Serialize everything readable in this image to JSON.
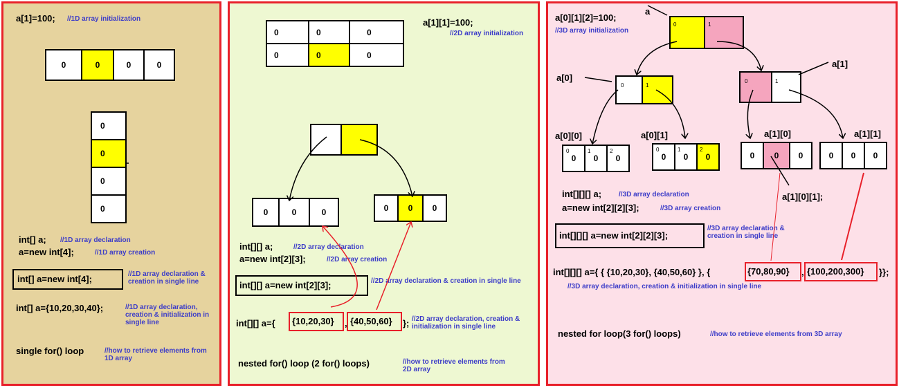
{
  "panel1": {
    "assign": "a[1]=100;",
    "assign_comment": "//1D array initialization",
    "row_values": [
      "0",
      "0",
      "0",
      "0"
    ],
    "col_values": [
      "0",
      "0",
      "0",
      "0"
    ],
    "decl": "int[] a;",
    "decl_comment": "//1D array declaration",
    "create": "a=new int[4];",
    "create_comment": "//1D array creation",
    "single": "int[] a=new int[4];",
    "single_comment": "//1D array declaration & creation in single line",
    "init": "int[] a={10,20,30,40};",
    "init_comment": "//1D array declaration, creation & initialization in single line",
    "loop": "single for() loop",
    "loop_comment": "//how to retrieve elements from 1D array"
  },
  "panel2": {
    "assign": "a[1][1]=100;",
    "assign_comment": "//2D array initialization",
    "grid": [
      [
        "0",
        "0",
        "0"
      ],
      [
        "0",
        "0",
        "0"
      ]
    ],
    "row0": [
      "0",
      "0",
      "0"
    ],
    "row1": [
      "0",
      "0",
      "0"
    ],
    "decl": "int[][] a;",
    "decl_comment": "//2D array declaration",
    "create": "a=new int[2][3];",
    "create_comment": "//2D array creation",
    "single": "int[][] a=new int[2][3];",
    "single_comment": "//2D array declaration & creation in single line",
    "init_prefix": "int[][] a={",
    "init_g1": "{10,20,30}",
    "init_sep": ",",
    "init_g2": "{40,50,60}",
    "init_suffix": "};",
    "init_comment": "//2D array declaration, creation & initialization in single line",
    "loop": "nested for() loop (2 for() loops)",
    "loop_comment": "//how to retrieve elements from 2D array"
  },
  "panel3": {
    "assign": "a[0][1][2]=100;",
    "assign_comment": "//3D array initialization",
    "label_a": "a",
    "label_a0": "a[0]",
    "label_a1": "a[1]",
    "label_a00": "a[0][0]",
    "label_a01": "a[0][1]",
    "label_a10": "a[1][0]",
    "label_a11": "a[1][1]",
    "label_a101": "a[1][0][1];",
    "top_idx": [
      "0",
      "1"
    ],
    "leaf_idx": [
      "0",
      "1",
      "2"
    ],
    "cell_value": "0",
    "decl": "int[][][] a;",
    "decl_comment": "//3D array declaration",
    "create": "a=new int[2][2][3];",
    "create_comment": "//3D array creation",
    "single": "int[][][] a=new int[2][2][3];",
    "single_comment": "//3D array declaration & creation in single line",
    "init_prefix": "int[][][] a={ { {10,20,30}, {40,50,60} }, {",
    "init_g3": "{70,80,90}",
    "init_sep": ",",
    "init_g4": "{100,200,300}",
    "init_suffix": "}};",
    "init_comment": "//3D array declaration, creation & initialization in single line",
    "loop": "nested for loop(3 for() loops)",
    "loop_comment": "//how to retrieve elements from 3D array"
  },
  "colors": {
    "highlight": "#ffff00",
    "pink": "#f5a5be",
    "frame": "#e8202a",
    "comment": "#3d3dc8"
  }
}
